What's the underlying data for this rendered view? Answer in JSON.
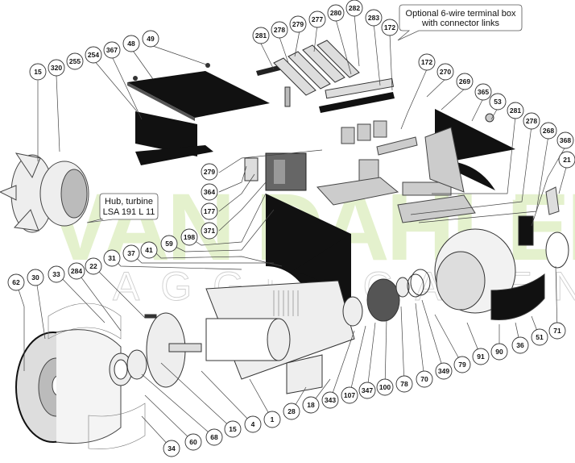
{
  "diagram": {
    "title": "Alternator exploded parts diagram",
    "watermark": {
      "brand": "VAN DAHLEN",
      "sub": "AGGREGATEN",
      "brand_color": "#cfe6a6"
    },
    "callouts": [
      {
        "id": "terminal-box",
        "lines": [
          "Optional 6-wire terminal box",
          "with connector links"
        ]
      },
      {
        "id": "hub-turbine",
        "lines": [
          "Hub, turbine",
          "LSA 191 L 11"
        ]
      }
    ],
    "part_labels": [
      "15",
      "320",
      "255",
      "254",
      "367",
      "48",
      "49",
      "281",
      "278",
      "279",
      "277",
      "280",
      "282",
      "283",
      "172",
      "172",
      "270",
      "269",
      "365",
      "53",
      "281",
      "278",
      "268",
      "368",
      "21",
      "279",
      "364",
      "177",
      "371",
      "198",
      "59",
      "41",
      "37",
      "31",
      "22",
      "284",
      "33",
      "30",
      "62",
      "34",
      "60",
      "68",
      "15",
      "4",
      "1",
      "28",
      "18",
      "343",
      "107",
      "347",
      "100",
      "78",
      "70",
      "349",
      "79",
      "91",
      "90",
      "36",
      "51",
      "71"
    ]
  }
}
